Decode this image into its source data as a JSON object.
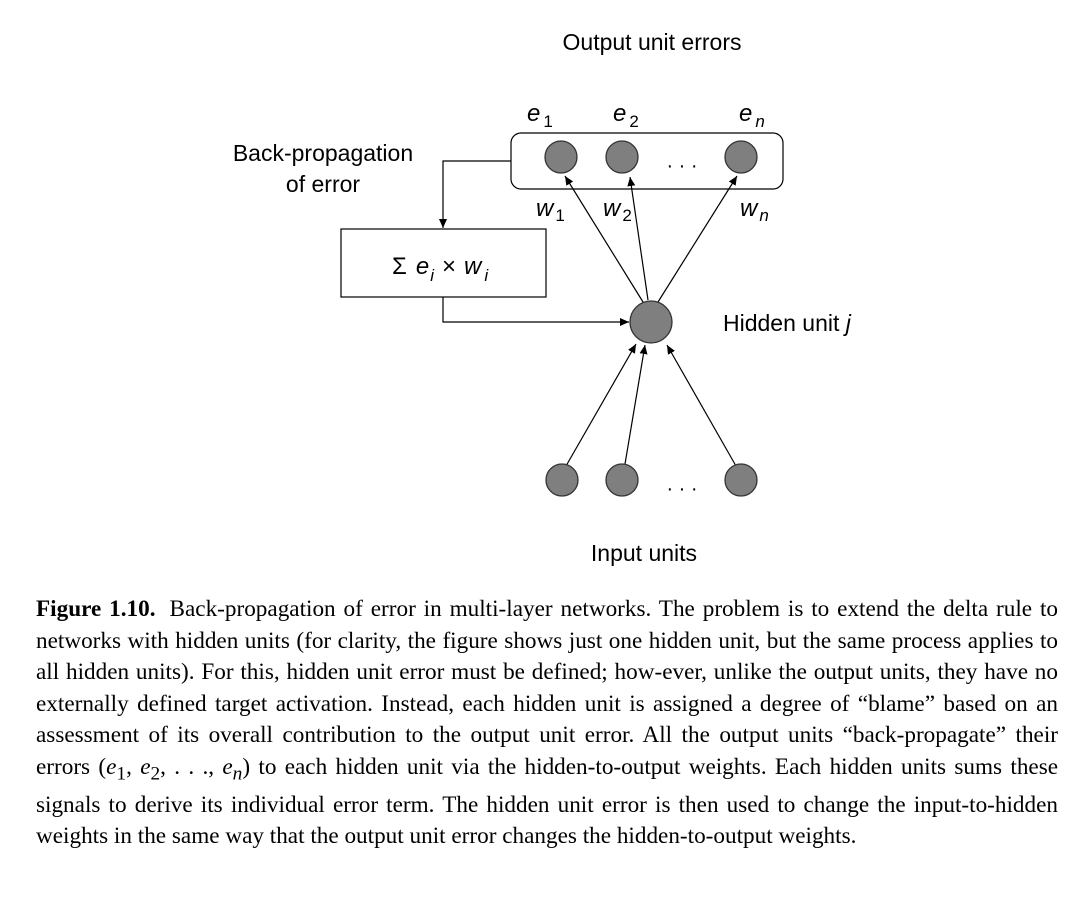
{
  "diagram": {
    "output_title": "Output unit errors",
    "backprop_label_line1": "Back-propagation",
    "backprop_label_line2": "of error",
    "hidden_label": "Hidden unit ",
    "hidden_label_var": "j",
    "input_title": "Input units",
    "ellipsis": "· · ·",
    "errors": [
      {
        "sym": "e",
        "sub": "1"
      },
      {
        "sym": "e",
        "sub": "2"
      },
      {
        "sym": "e",
        "sub": "n"
      }
    ],
    "weights": [
      {
        "sym": "w",
        "sub": "1"
      },
      {
        "sym": "w",
        "sub": "2"
      },
      {
        "sym": "w",
        "sub": "n"
      }
    ],
    "sum_box": {
      "sigma": "Σ",
      "e": "e",
      "e_sub": "i",
      "times": "×",
      "w": "w",
      "w_sub": "i"
    }
  },
  "caption": {
    "label": "Figure 1.10.",
    "text_before": "Back-propagation of error in multi-layer networks. The problem is to extend the delta rule to networks with hidden units (for clarity, the figure shows just one hidden unit, but the same process applies to all hidden units). For this, hidden unit error must be defined; how-ever, unlike the output units, they have no externally defined target activation. Instead, each hidden unit is assigned a degree of “blame” based on an assessment of its overall contribution to the output unit error. All the output units “back-propagate” their errors (",
    "e1": "e",
    "e1_sub": "1",
    "comma1": ", ",
    "e2": "e",
    "e2_sub": "2",
    "mid_ellipsis": ", . . ., ",
    "en": "e",
    "en_sub": "n",
    "text_after": ") to each hidden unit via the hidden-to-output weights. Each hidden units sums these signals to derive its individual error term. The hidden unit error is then used to change the input-to-hidden weights in the same way that the output unit error changes the hidden-to-output weights."
  }
}
